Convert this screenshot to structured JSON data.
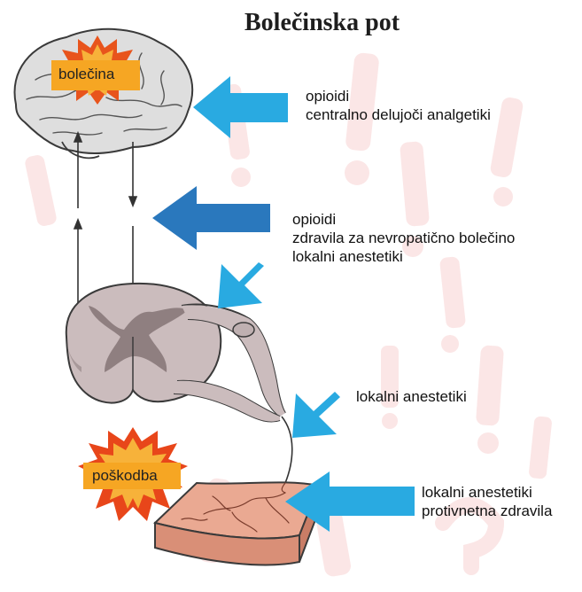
{
  "title": "Bolečinska pot",
  "labels": {
    "pain": "bolečina",
    "injury": "poškodba"
  },
  "annotations": {
    "brain": [
      "opioidi",
      "centralno delujoči analgetiki"
    ],
    "spinal": [
      "opioidi",
      "zdravila za nevropatično bolečino",
      "lokalni anestetiki"
    ],
    "nerve": [
      "lokalni anestetiki"
    ],
    "tissue": [
      "lokalni anestetiki",
      "protivnetna zdravila"
    ]
  },
  "colors": {
    "arrow_light": "#29aae1",
    "arrow_dark": "#2a78bd",
    "burst_outer": "#e8541c",
    "burst_inner": "#f6a623",
    "brain_fill": "#dcdcdc",
    "cord_fill": "#cbbcbc",
    "gray_matter": "#8f7f80",
    "skin_fill": "#e9a78f",
    "watermark": "#fbe4e4"
  }
}
